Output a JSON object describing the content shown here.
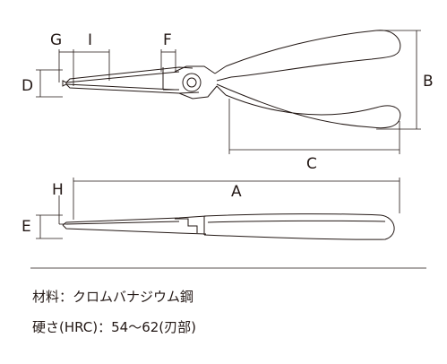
{
  "diagram": {
    "labels": {
      "G": "G",
      "I": "I",
      "F": "F",
      "D": "D",
      "B": "B",
      "C": "C",
      "A": "A",
      "H": "H",
      "E": "E"
    },
    "colors": {
      "line": "#231815",
      "background": "#ffffff"
    }
  },
  "specs": {
    "material": "材料：クロムバナジウム鋼",
    "hardness": "硬さ(HRC)：54〜62(刃部)"
  }
}
